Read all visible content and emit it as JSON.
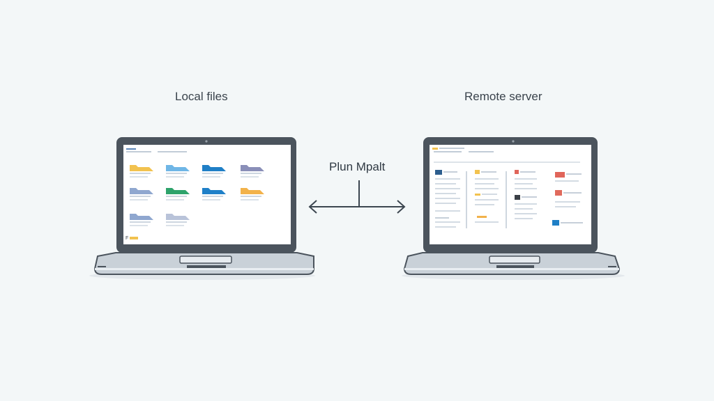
{
  "diagram": {
    "left_title": "Local files",
    "right_title": "Remote server",
    "connector_label": "Plun Mpalt",
    "colors": {
      "background": "#f3f7f8",
      "frame": "#4b545d",
      "screen": "#ffffff",
      "base": "#c9d1d8",
      "text_lines": "#cdd6e0",
      "arrow": "#3c4650"
    },
    "local_folder_colors": [
      "#f2c24f",
      "#6fb6e6",
      "#1f7fc6",
      "#8a8fb8",
      "#8fa7cf",
      "#2ea36b",
      "#1f80c8",
      "#f2b24a",
      "#8fa7cf",
      "#b9c3d9"
    ],
    "remote_icon_colors": [
      "#2d5e8e",
      "#f2c24f",
      "#e0655a",
      "#e0655a",
      "#e06a5c",
      "#f2c24f",
      "#3a3f46",
      "#1f7fc6",
      "#f2b24a"
    ],
    "local_small_label": "F"
  }
}
